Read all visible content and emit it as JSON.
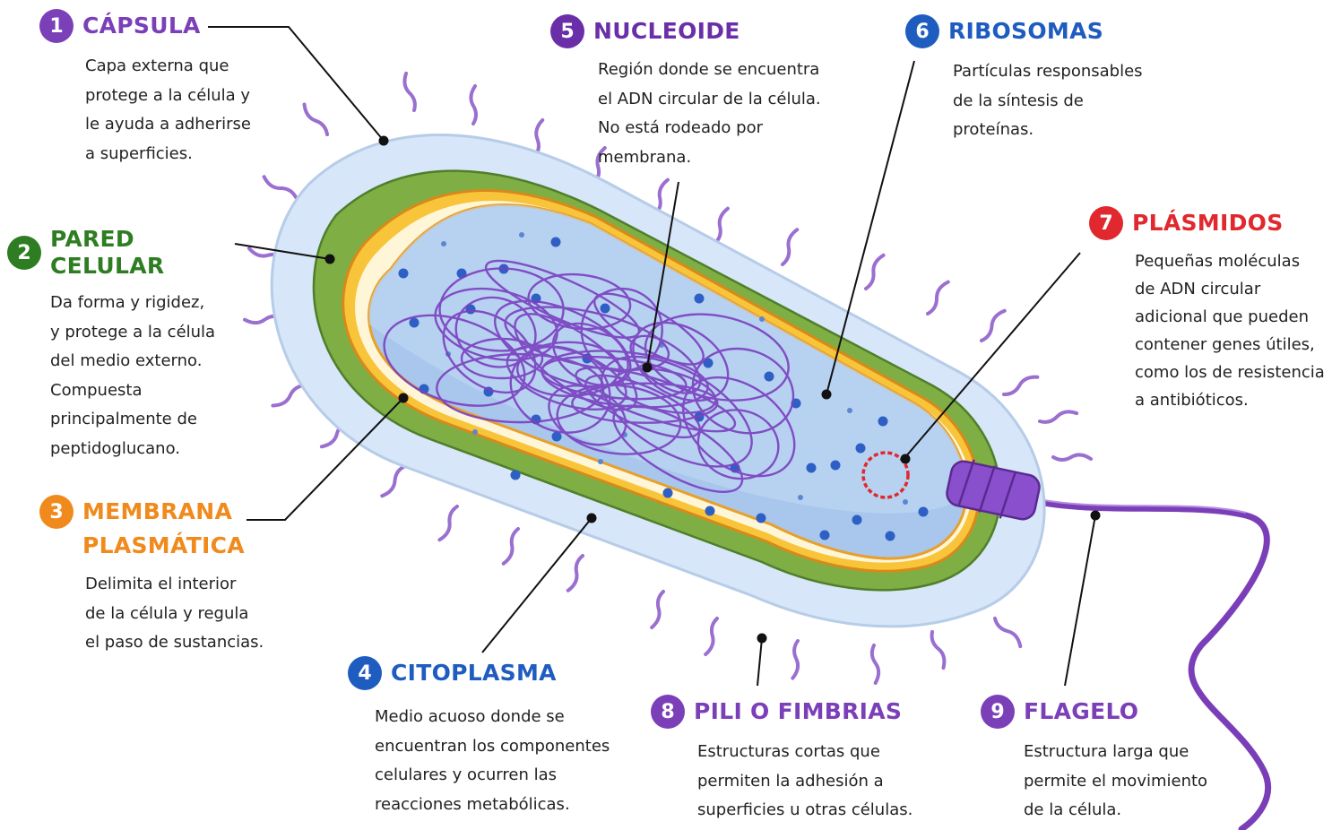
{
  "labels": [
    {
      "number": "1",
      "title": "CÁPSULA",
      "color": "#7b3fb8",
      "desc": "Capa externa que\nprotege a la célula y\nle ayuda a adherirse\na superficies."
    },
    {
      "number": "2",
      "title": "PARED CELULAR",
      "color": "#2e7d22",
      "desc": "Da forma y rigidez,\ny protege a la célula\ndel medio externo.\nCompuesta\nprincipalmente de\npeptidoglucano."
    },
    {
      "number": "3",
      "title": "MEMBRANA\nPLASMÁTICA",
      "color": "#f08a1c",
      "desc": "Delimita el interior\nde la célula y regula\nel paso de sustancias."
    },
    {
      "number": "4",
      "title": "CITOPLASMA",
      "color": "#1f5cc0",
      "desc": "Medio acuoso donde se\nencuentran los componentes\ncelulares y ocurren las\nreacciones metabólicas."
    },
    {
      "number": "5",
      "title": "NUCLEOIDE",
      "color": "#6a2fa8",
      "desc": "Región donde se encuentra\nel ADN circular de la célula.\nNo está rodeado por\nmembrana."
    },
    {
      "number": "6",
      "title": "RIBOSOMAS",
      "color": "#1f5cc0",
      "desc": "Partículas responsables\nde la síntesis de\nproteínas."
    },
    {
      "number": "7",
      "title": "PLÁSMIDOS",
      "color": "#e0282e",
      "desc": "Pequeñas moléculas\nde ADN circular\nadicional que pueden\ncontener genes útiles,\ncomo los de resistencia\na antibióticos."
    },
    {
      "number": "8",
      "title": "PILI O FIMBRIAS",
      "color": "#7b3fb8",
      "desc": "Estructuras cortas que\npermiten la adhesión a\nsuperficies u otras células."
    },
    {
      "number": "9",
      "title": "FLAGELO",
      "color": "#7b3fb8",
      "desc": "Estructura larga que\npermite el movimiento\nde la célula."
    }
  ]
}
